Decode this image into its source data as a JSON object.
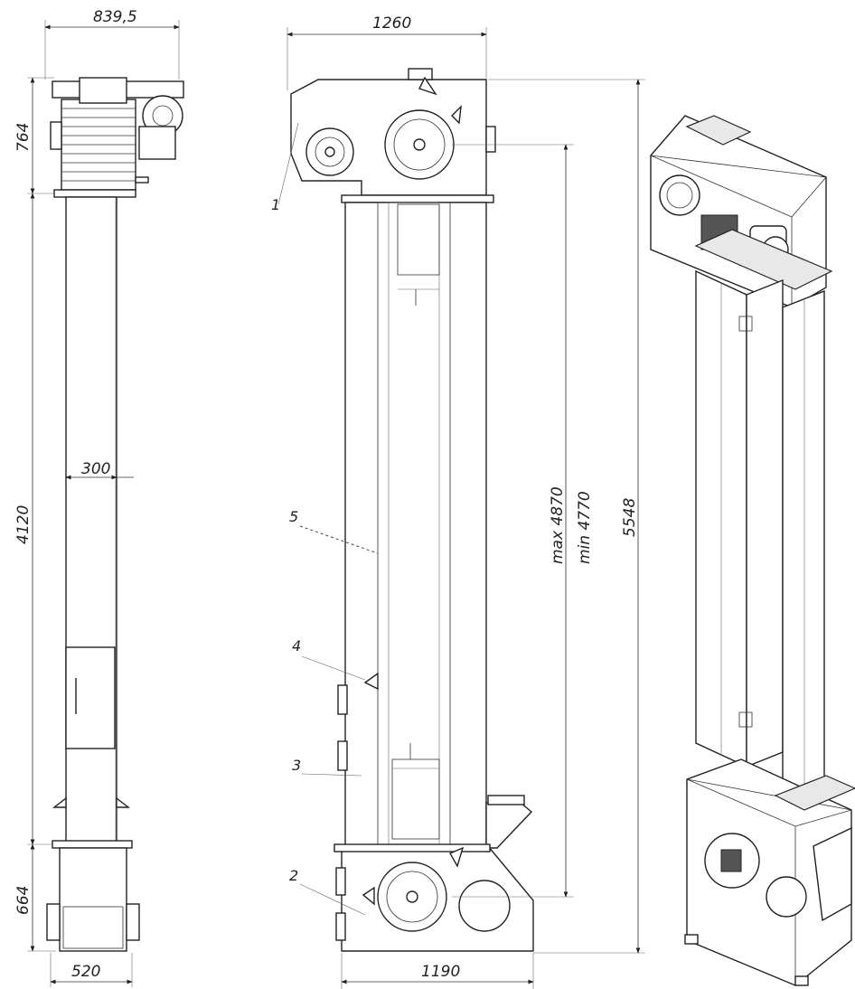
{
  "dimensions": {
    "side_width_top": "839,5",
    "side_head_height": "764",
    "side_column_height": "4120",
    "side_column_width": "300",
    "side_boot_height": "664",
    "side_boot_width": "520",
    "front_width_top": "1260",
    "front_shaft_max": "max 4870",
    "front_shaft_min": "min 4770",
    "front_total_height": "5548",
    "front_boot_width": "1190"
  },
  "callouts": [
    "1",
    "2",
    "3",
    "4",
    "5"
  ],
  "views": [
    "side-view",
    "front-view",
    "isometric-view"
  ]
}
